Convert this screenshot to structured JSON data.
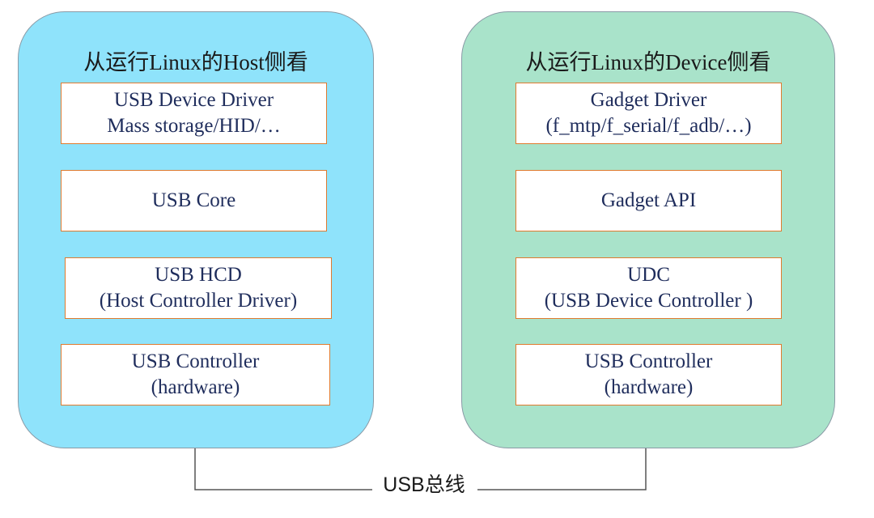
{
  "host": {
    "title": "从运行Linux的Host侧看",
    "boxes": [
      {
        "line1": "USB Device Driver",
        "line2": "Mass storage/HID/…"
      },
      {
        "line1": "USB Core",
        "line2": ""
      },
      {
        "line1": "USB HCD",
        "line2": "(Host Controller Driver)"
      },
      {
        "line1": "USB Controller",
        "line2": "(hardware)"
      }
    ]
  },
  "device": {
    "title": "从运行Linux的Device侧看",
    "boxes": [
      {
        "line1": "Gadget Driver",
        "line2": "(f_mtp/f_serial/f_adb/…)"
      },
      {
        "line1": "Gadget API",
        "line2": ""
      },
      {
        "line1": "UDC",
        "line2": "(USB Device Controller )"
      },
      {
        "line1": "USB Controller",
        "line2": "(hardware)"
      }
    ]
  },
  "bus": {
    "label": "USB总线"
  },
  "colors": {
    "host_panel": "#8fe3fb",
    "device_panel": "#a9e3ca",
    "box_border": "#e07a2e",
    "box_text": "#1f2d5c",
    "arrow": "#7f7f7f"
  }
}
